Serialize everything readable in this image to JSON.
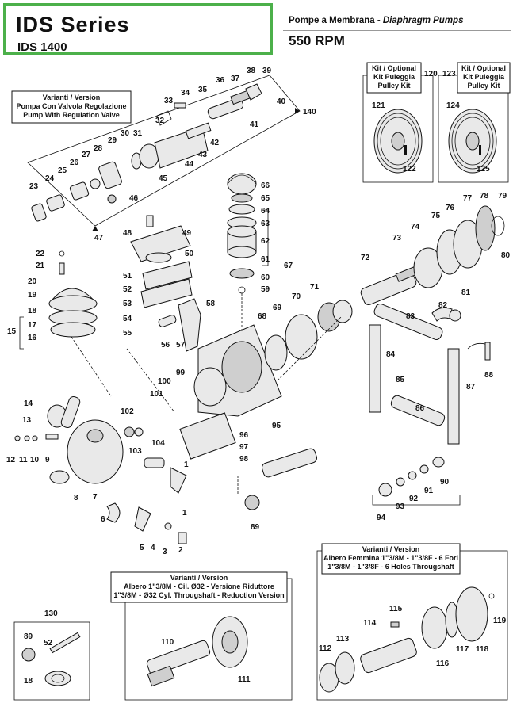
{
  "header": {
    "series_title": "IDS  Series",
    "model": "IDS 1400",
    "pump_type_it": "Pompe a Membrana - ",
    "pump_type_en": "Diaphragm Pumps",
    "rpm": "550 RPM"
  },
  "boxes": {
    "valve_variant": [
      "Varianti / Version",
      "Pompa Con Valvola Regolazione",
      "Pump With Regulation Valve"
    ],
    "pulley_kit_1": [
      "Kit / Optional",
      "Kit Puleggia",
      "Pulley Kit"
    ],
    "pulley_kit_2": [
      "Kit / Optional",
      "Kit Puleggia",
      "Pulley Kit"
    ],
    "shaft_6holes": [
      "Varianti / Version",
      "Albero Femmina 1\"3/8M - 1\"3/8F - 6 Fori",
      "1\"3/8M - 1\"3/8F - 6 Holes Througshaft"
    ],
    "shaft_reduction": [
      "Varianti / Version",
      "Albero 1\"3/8M - Cil. Ø32 - Versione Riduttore",
      "1\"3/8M - Ø32 Cyl. Througshaft - Reduction Version"
    ]
  },
  "part_labels": [
    "1",
    "2",
    "3",
    "4",
    "5",
    "6",
    "7",
    "8",
    "9",
    "10",
    "11",
    "12",
    "13",
    "14",
    "15",
    "16",
    "17",
    "18",
    "19",
    "20",
    "21",
    "22",
    "23",
    "24",
    "25",
    "26",
    "27",
    "28",
    "29",
    "30",
    "31",
    "32",
    "33",
    "34",
    "35",
    "36",
    "37",
    "38",
    "39",
    "40",
    "41",
    "42",
    "43",
    "44",
    "45",
    "46",
    "47",
    "48",
    "49",
    "50",
    "51",
    "52",
    "53",
    "54",
    "55",
    "56",
    "57",
    "58",
    "59",
    "60",
    "61",
    "62",
    "63",
    "64",
    "65",
    "66",
    "67",
    "68",
    "69",
    "70",
    "71",
    "72",
    "73",
    "74",
    "75",
    "76",
    "77",
    "78",
    "79",
    "80",
    "81",
    "82",
    "83",
    "84",
    "85",
    "86",
    "87",
    "88",
    "89",
    "90",
    "91",
    "92",
    "93",
    "94",
    "95",
    "96",
    "97",
    "98",
    "99",
    "100",
    "101",
    "102",
    "103",
    "104",
    "110",
    "111",
    "112",
    "113",
    "114",
    "115",
    "116",
    "117",
    "118",
    "119",
    "120",
    "121",
    "122",
    "123",
    "124",
    "125",
    "130",
    "140",
    "1",
    "89",
    "52",
    "18"
  ]
}
